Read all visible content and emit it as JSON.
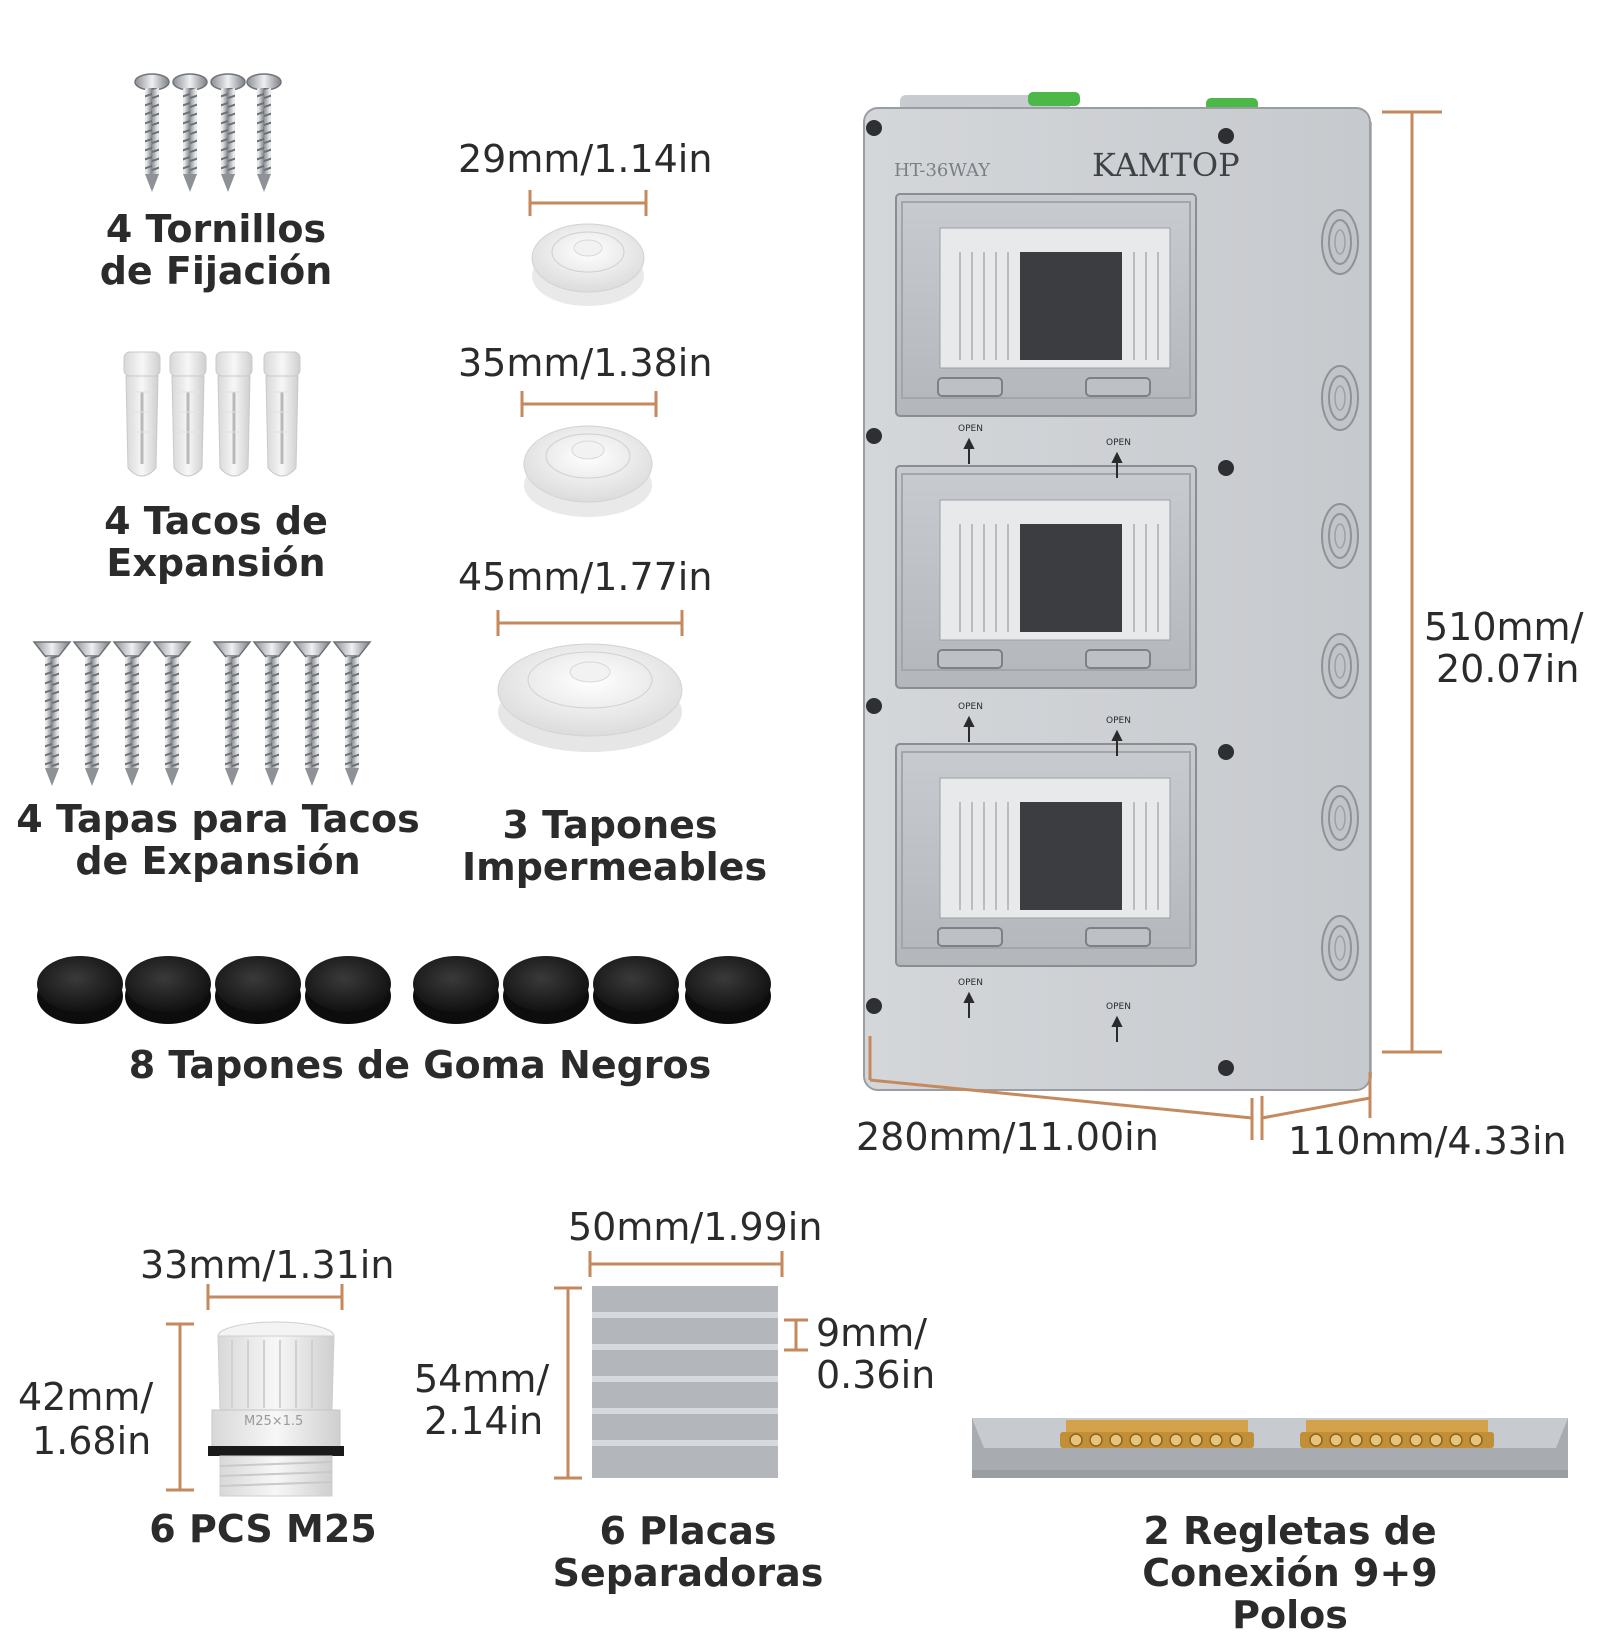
{
  "accessories": {
    "screws_label": "4 Tornillos de Fijación",
    "anchors_label": "4 Tacos de Expansión",
    "anchor_caps_label": "4 Tapas para Tacos de Expansión",
    "waterproof_plugs_label": "3 Tapones Impermeables",
    "rubber_plugs_label": "8 Tapones de Goma Negros",
    "cable_glands_label": "6 PCS M25",
    "separator_plates_label": "6 Placas Separadoras",
    "terminal_blocks_label": "2 Regletas de Conexión 9+9 Polos"
  },
  "plug_sizes": {
    "small": "29mm/1.14in",
    "medium": "35mm/1.38in",
    "large": "45mm/1.77in"
  },
  "enclosure": {
    "model": "HT-36WAY",
    "brand": "KAMTOP",
    "open_label": "OPEN",
    "height_mm": "510mm/",
    "height_in": "20.07in",
    "width": "280mm/11.00in",
    "depth": "110mm/4.33in"
  },
  "gland": {
    "width": "33mm/1.31in",
    "height_mm": "42mm/",
    "height_in": "1.68in",
    "marking": "M25×1.5"
  },
  "plates": {
    "width": "50mm/1.99in",
    "height_mm": "54mm/",
    "height_in": "2.14in",
    "gap_mm": "9mm/",
    "gap_in": "0.36in"
  },
  "colors": {
    "dimension_line": "#c48a5e",
    "enclosure_body": "#d9dcdf",
    "green_cap": "#4cb848",
    "brass": "#d4a24a"
  }
}
